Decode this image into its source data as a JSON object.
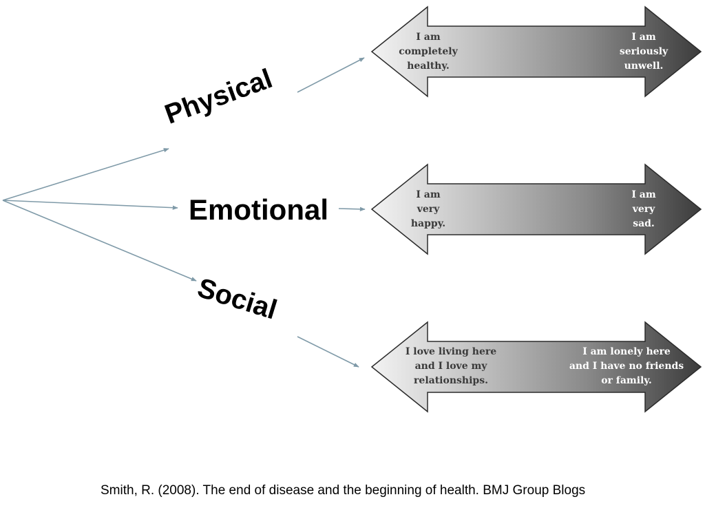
{
  "dimensions": [
    {
      "label": "Physical",
      "left_text": "I am\ncompletely\nhealthy.",
      "right_text": "I am\nseriously\nunwell."
    },
    {
      "label": "Emotional",
      "left_text": "I am\nvery\nhappy.",
      "right_text": "I am\nvery\nsad."
    },
    {
      "label": "Social",
      "left_text": "I love living here\nand I love my\nrelationships.",
      "right_text": "I am lonely here\nand I have no friends\nor family."
    }
  ],
  "citation": "Smith, R. (2008). The end of disease and the beginning of health. BMJ Group Blogs",
  "colors": {
    "connector": "#7f9aa8",
    "arrow_light": "#f2f2f2",
    "arrow_dark": "#3a3a3a",
    "arrow_outline": "#2b2b2b"
  }
}
